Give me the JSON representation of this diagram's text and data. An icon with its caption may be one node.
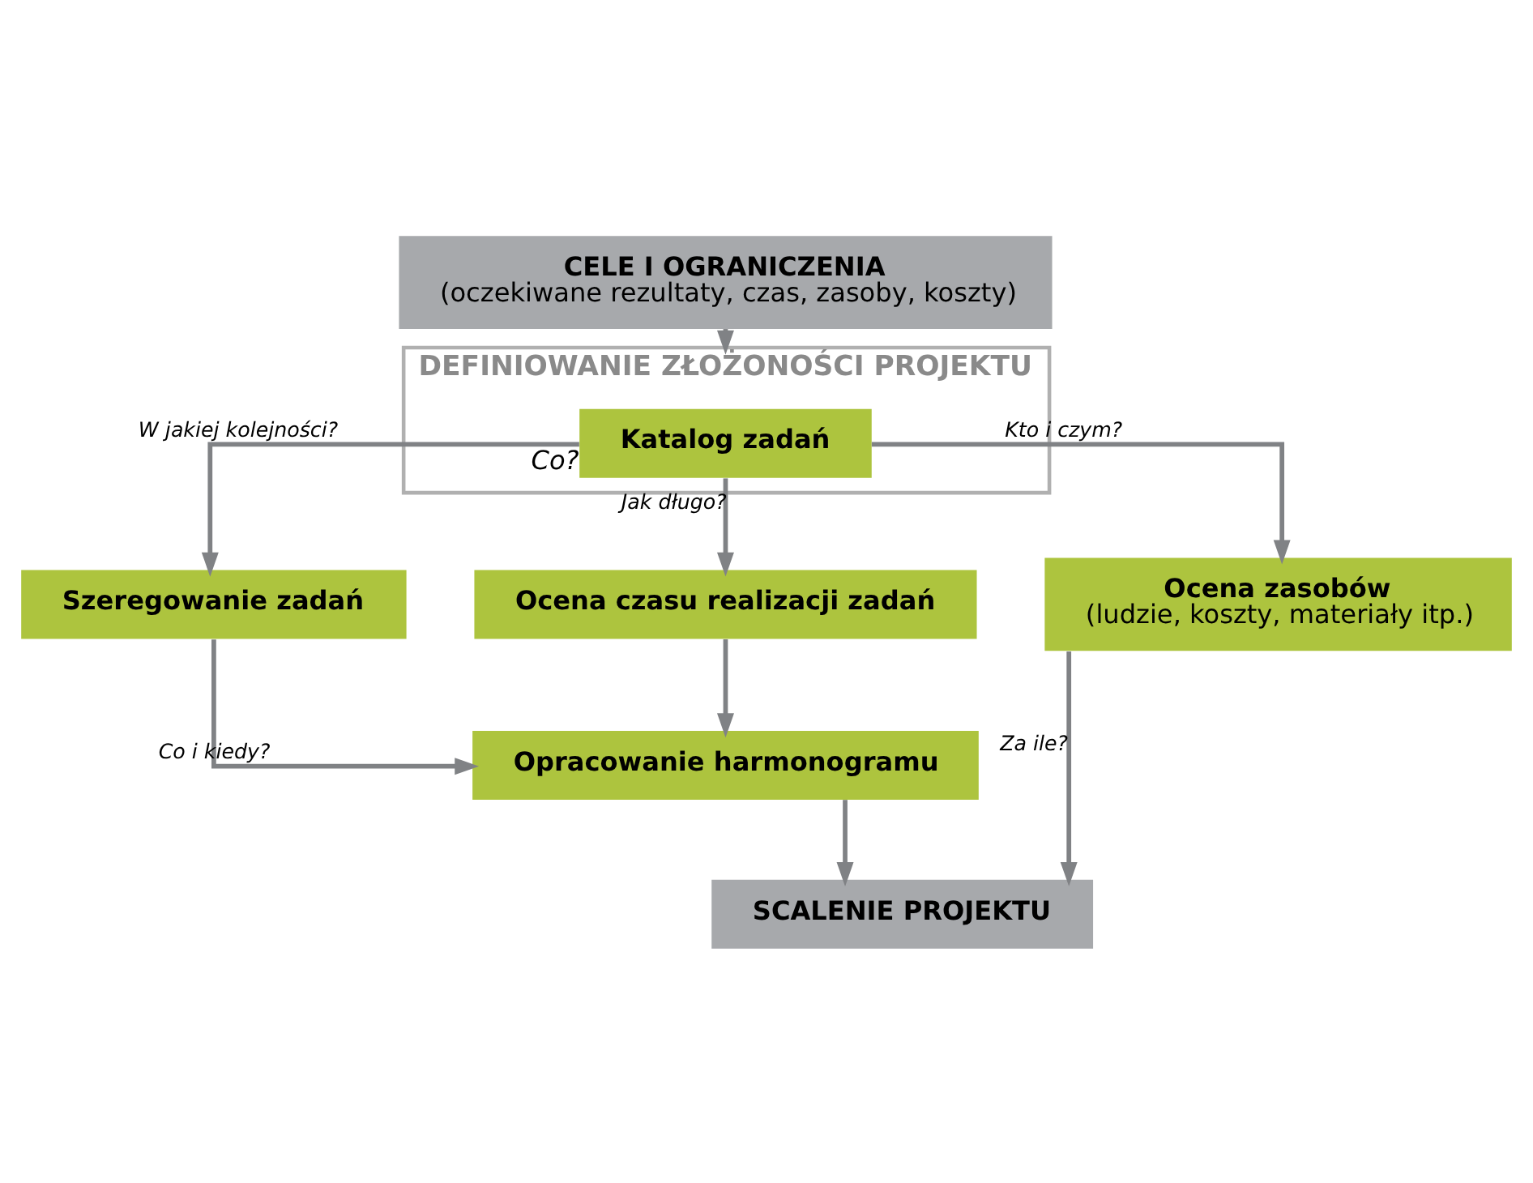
{
  "diagram": {
    "nodes": [
      {
        "text": [
          "CELE I OGRANICZENIA",
          "(oczekiwane rezultaty, czas, zasoby, koszty)"
        ]
      },
      {
        "text": [
          "DEFINIOWANIE ZŁOŻONOŚCI PROJEKTU"
        ]
      },
      {
        "text": [
          "Katalog zadań"
        ],
        "in": 1,
        "beside": [
          "Co?"
        ]
      },
      {
        "text": [
          "Szeregowanie zadań"
        ]
      },
      {
        "text": [
          "Ocena czasu realizacji zadań"
        ]
      },
      {
        "text": [
          "Ocena zasobów",
          "(ludzie, koszty, materiały itp.)"
        ]
      },
      {
        "text": [
          "Opracowanie harmonogramu"
        ]
      },
      {
        "text": [
          "SCALENIE PROJEKTU"
        ]
      }
    ],
    "edges": [
      {
        "from": 0,
        "to": 1,
        "arrow": "to"
      },
      {
        "from": 2,
        "to": 3,
        "arrow": "to",
        "label": "W jakiej kolejności?"
      },
      {
        "from": 2,
        "to": 4,
        "arrow": "to",
        "label": "Jak długo?"
      },
      {
        "from": 2,
        "to": 5,
        "arrow": "to",
        "label": "Kto i czym?"
      },
      {
        "from": 3,
        "to": 6,
        "arrow": "to",
        "label": "Co i kiedy?"
      },
      {
        "from": 4,
        "to": 6,
        "arrow": "to"
      },
      {
        "from": 6,
        "to": 7,
        "arrow": "to"
      },
      {
        "from": 5,
        "to": 7,
        "arrow": "to",
        "label": "Za ile?"
      }
    ]
  }
}
